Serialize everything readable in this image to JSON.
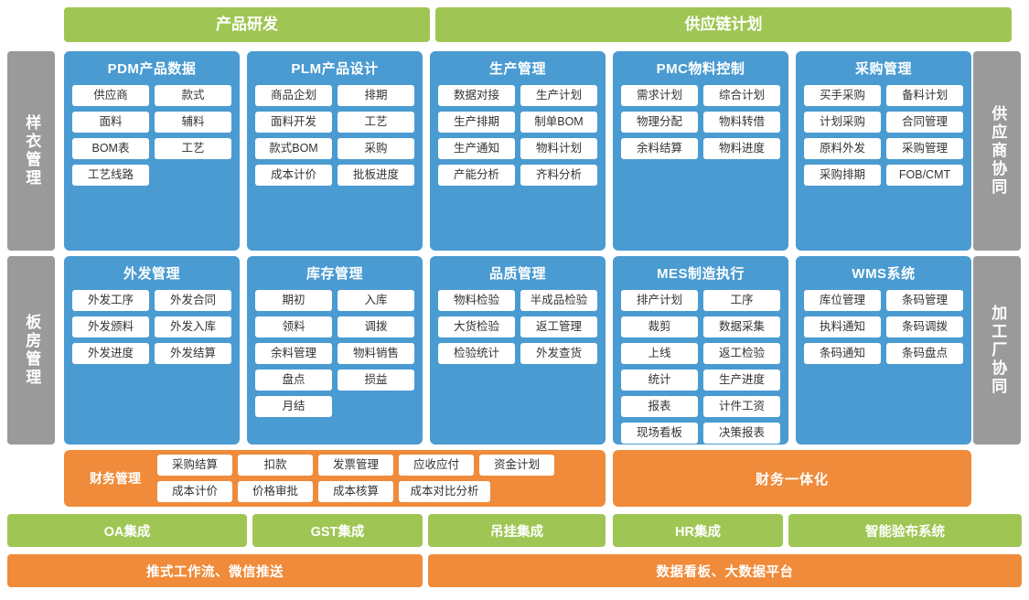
{
  "top_bands": [
    {
      "label": "产品研发"
    },
    {
      "label": "供应链计划"
    }
  ],
  "side_bands": {
    "left": [
      {
        "label": "样衣管理"
      },
      {
        "label": "板房管理"
      }
    ],
    "right": [
      {
        "label": "供应商协同"
      },
      {
        "label": "加工厂协同"
      }
    ]
  },
  "modules_row1": [
    {
      "title": "PDM产品数据",
      "chips": [
        "供应商",
        "款式",
        "面料",
        "辅料",
        "BOM表",
        "工艺",
        "工艺线路"
      ]
    },
    {
      "title": "PLM产品设计",
      "chips": [
        "商品企划",
        "排期",
        "面料开发",
        "工艺",
        "款式BOM",
        "采购",
        "成本计价",
        "批板进度"
      ]
    },
    {
      "title": "生产管理",
      "chips": [
        "数据对接",
        "生产计划",
        "生产排期",
        "制单BOM",
        "生产通知",
        "物料计划",
        "产能分析",
        "齐料分析"
      ]
    },
    {
      "title": "PMC物料控制",
      "chips": [
        "需求计划",
        "综合计划",
        "物理分配",
        "物料转借",
        "余料结算",
        "物料进度"
      ]
    },
    {
      "title": "采购管理",
      "chips": [
        "买手采购",
        "备料计划",
        "计划采购",
        "合同管理",
        "原料外发",
        "采购管理",
        "采购排期",
        "FOB/CMT"
      ]
    }
  ],
  "modules_row2": [
    {
      "title": "外发管理",
      "chips": [
        "外发工序",
        "外发合同",
        "外发颁料",
        "外发入库",
        "外发进度",
        "外发结算"
      ]
    },
    {
      "title": "库存管理",
      "chips": [
        "期初",
        "入库",
        "领料",
        "调拨",
        "余料管理",
        "物料销售",
        "盘点",
        "损益",
        "月结"
      ]
    },
    {
      "title": "品质管理",
      "chips": [
        "物料检验",
        "半成品检验",
        "大货检验",
        "返工管理",
        "检验统计",
        "外发查货"
      ]
    },
    {
      "title": "MES制造执行",
      "chips": [
        "排产计划",
        "工序",
        "裁剪",
        "数据采集",
        "上线",
        "返工检验",
        "统计",
        "生产进度",
        "报表",
        "计件工资",
        "现场看板",
        "决策报表"
      ]
    },
    {
      "title": "WMS系统",
      "chips": [
        "库位管理",
        "条码管理",
        "执料通知",
        "条码调拨",
        "条码通知",
        "条码盘点"
      ]
    }
  ],
  "finance": {
    "label": "财务管理",
    "chips": [
      "采购结算",
      "扣款",
      "发票管理",
      "应收应付",
      "资金计划",
      "成本计价",
      "价格审批",
      "成本核算",
      "成本对比分析"
    ],
    "right_label": "财务一体化"
  },
  "integrations": [
    {
      "label": "OA集成"
    },
    {
      "label": "GST集成"
    },
    {
      "label": "吊挂集成"
    },
    {
      "label": "HR集成"
    },
    {
      "label": "智能验布系统"
    }
  ],
  "bottom_bands": [
    {
      "label": "推式工作流、微信推送"
    },
    {
      "label": "数据看板、大数据平台"
    }
  ],
  "colors": {
    "green": "#9fc654",
    "gray": "#9a9a9a",
    "blue": "#4a9bd1",
    "orange": "#ef8b3a",
    "chip": "#ffffff"
  }
}
